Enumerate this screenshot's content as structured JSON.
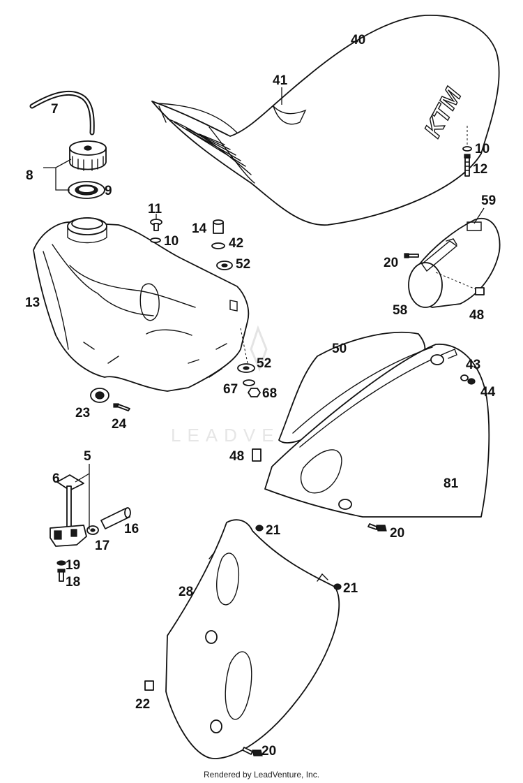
{
  "watermark": "LEADVENTURE",
  "footer": "Rendered by LeadVenture, Inc.",
  "seat_logo": "KTM",
  "callouts": {
    "n40": "40",
    "n41": "41",
    "n10a": "10",
    "n12": "12",
    "n59": "59",
    "n7": "7",
    "n8": "8",
    "n9": "9",
    "n11": "11",
    "n10b": "10",
    "n14": "14",
    "n42": "42",
    "n52a": "52",
    "n13": "13",
    "n20a": "20",
    "n58": "58",
    "n48a": "48",
    "n50": "50",
    "n43": "43",
    "n44": "44",
    "n52b": "52",
    "n67": "67",
    "n68": "68",
    "n23": "23",
    "n24": "24",
    "n5": "5",
    "n6": "6",
    "n48b": "48",
    "n81": "81",
    "n16": "16",
    "n17": "17",
    "n20b": "20",
    "n21a": "21",
    "n19": "19",
    "n18": "18",
    "n28": "28",
    "n21b": "21",
    "n22": "22",
    "n20c": "20"
  }
}
